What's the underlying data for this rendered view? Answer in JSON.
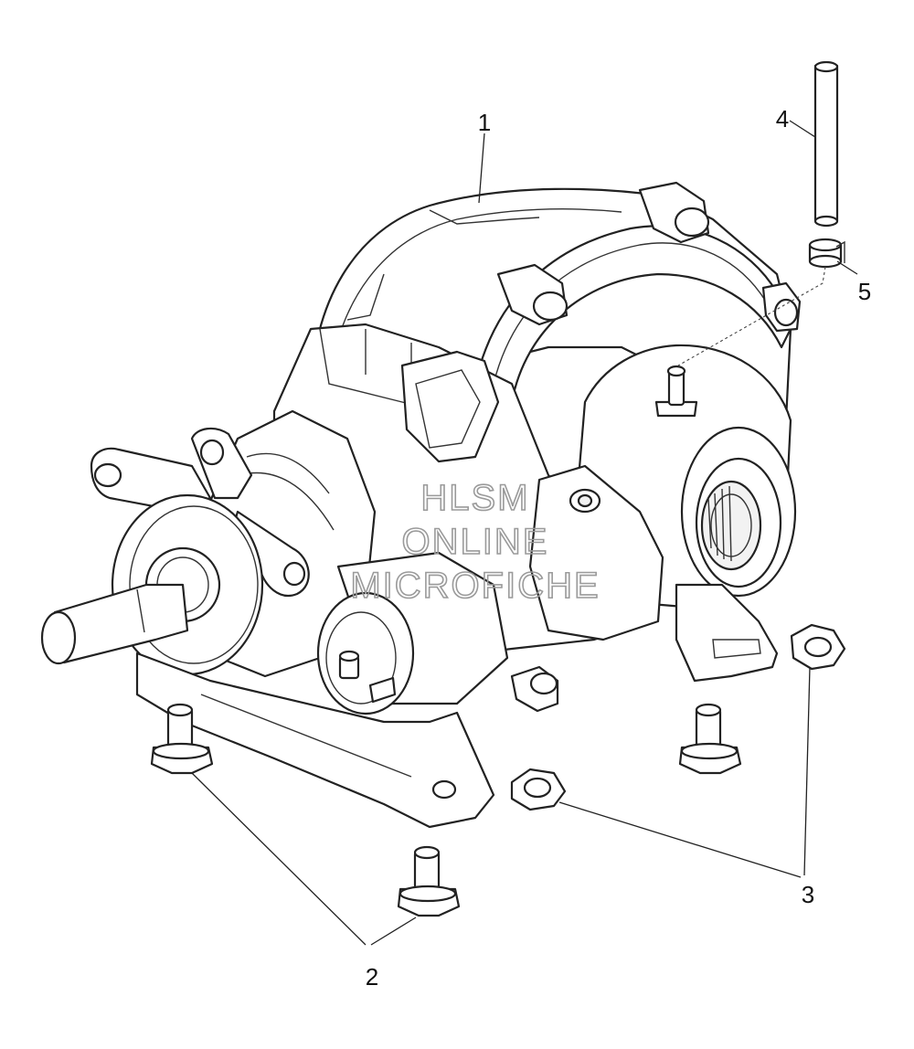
{
  "callouts": {
    "c1": "1",
    "c2": "2",
    "c3": "3",
    "c4": "4",
    "c5": "5"
  },
  "watermark": {
    "line1": "HLSM",
    "line2": "ONLINE",
    "line3": "MICROFICHE"
  },
  "colors": {
    "line": "#222222",
    "background": "#ffffff",
    "watermark": "#9a9a9a"
  }
}
